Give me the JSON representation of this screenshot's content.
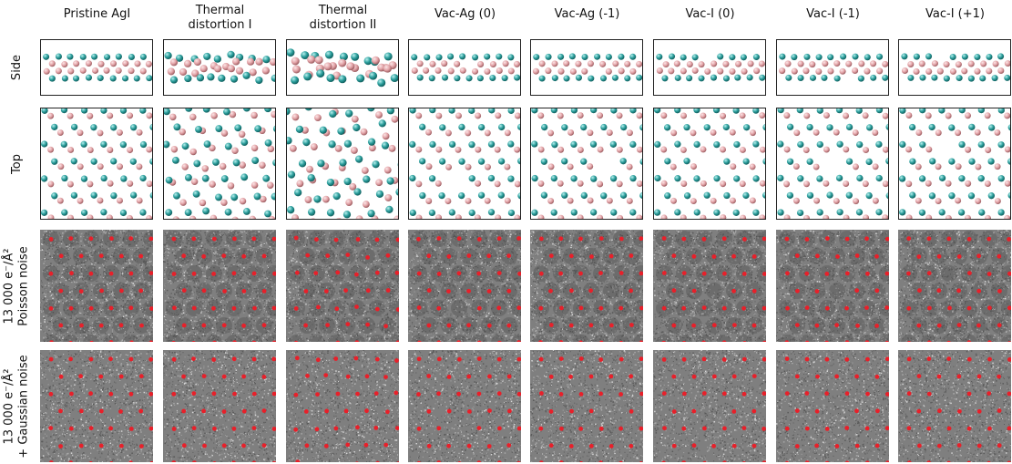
{
  "columns": [
    {
      "key": "pristine",
      "title": [
        "Pristine AgI"
      ]
    },
    {
      "key": "thermal1",
      "title": [
        "Thermal",
        "distortion I"
      ]
    },
    {
      "key": "thermal2",
      "title": [
        "Thermal",
        "distortion II"
      ]
    },
    {
      "key": "vacag0",
      "title": [
        "Vac-Ag (0)"
      ]
    },
    {
      "key": "vacagm1",
      "title": [
        "Vac-Ag (-1)"
      ]
    },
    {
      "key": "vaci0",
      "title": [
        "Vac-I (0)"
      ]
    },
    {
      "key": "vacim1",
      "title": [
        "Vac-I (-1)"
      ]
    },
    {
      "key": "vacip1",
      "title": [
        "Vac-I (+1)"
      ]
    }
  ],
  "rows": [
    {
      "key": "side",
      "label": [
        "Side"
      ],
      "kind": "side"
    },
    {
      "key": "top",
      "label": [
        "Top"
      ],
      "kind": "top"
    },
    {
      "key": "poisson",
      "label": [
        "13 000 e⁻/Å²",
        "Poisson noise"
      ],
      "kind": "stem"
    },
    {
      "key": "gaussian",
      "label": [
        "13 000 e⁻/Å²",
        "+ Gaussian noise"
      ],
      "kind": "stem"
    }
  ],
  "colors": {
    "iodine_atom": "#2a9d9b",
    "silver_atom": "#e3a4a8",
    "stem_background": "#7f7f7f",
    "detected_atom_marker": "#e8202a",
    "panel_border": "#222222"
  }
}
